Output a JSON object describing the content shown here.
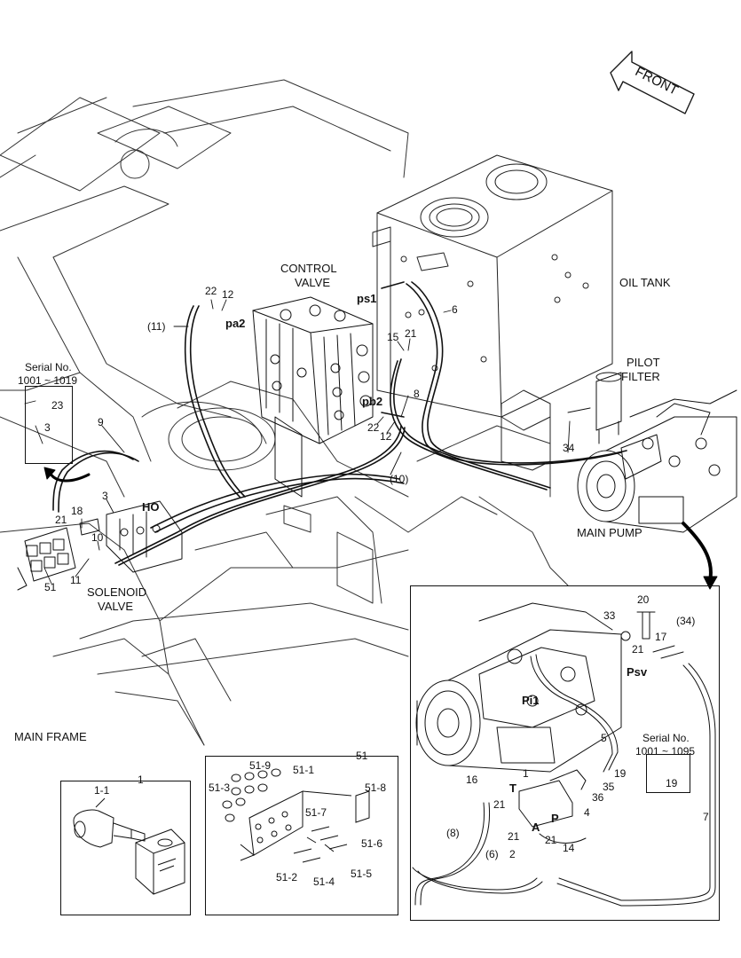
{
  "front_label": "FRONT",
  "components": {
    "oil_tank": "OIL TANK",
    "pilot_filter": [
      "PILOT",
      "FILTER"
    ],
    "control_valve": [
      "CONTROL",
      "VALVE"
    ],
    "main_pump": "MAIN PUMP",
    "solenoid_valve": [
      "SOLENOID",
      "VALVE"
    ],
    "main_frame": "MAIN FRAME"
  },
  "port_labels": {
    "pa2": "pa2",
    "ps1": "ps1",
    "pb2": "pb2",
    "ho": "HO",
    "psv": "Psv",
    "pi1": "Pi1",
    "t": "T",
    "p": "P",
    "a": "A"
  },
  "serial_left": {
    "title": "Serial No.",
    "range": "1001 ~ 1019",
    "parts": [
      "23",
      "3"
    ]
  },
  "serial_right": {
    "title": "Serial No.",
    "range": "1001 ~ 1095",
    "parts": [
      "19"
    ]
  },
  "callouts_main": {
    "c22a": "22",
    "c12a": "12",
    "c11p": "(11)",
    "c6": "6",
    "c15": "15",
    "c21a": "21",
    "c8": "8",
    "c22b": "22",
    "c12b": "12",
    "c10p": "(10)",
    "c34": "34",
    "c9": "9",
    "c3": "3",
    "c21b": "21",
    "c18": "18",
    "c10": "10",
    "c11": "11",
    "c51": "51"
  },
  "inset_pump": {
    "c20": "20",
    "c33": "33",
    "c34p": "(34)",
    "c17": "17",
    "c21a": "21",
    "c5": "5",
    "c19": "19",
    "c35": "35",
    "c36": "36",
    "c16": "16",
    "c1": "1",
    "c21b": "21",
    "c4": "4",
    "c7": "7",
    "c8p": "(8)",
    "c21c": "21",
    "c21d": "21",
    "c2": "2",
    "c14": "14",
    "c6p": "(6)"
  },
  "inset_block": {
    "title": "51",
    "parts": [
      "51-9",
      "51-1",
      "51-3",
      "51-8",
      "51-7",
      "51-6",
      "51-2",
      "51-4",
      "51-5"
    ]
  },
  "inset_solenoid": {
    "title": "1",
    "part": "1-1"
  }
}
